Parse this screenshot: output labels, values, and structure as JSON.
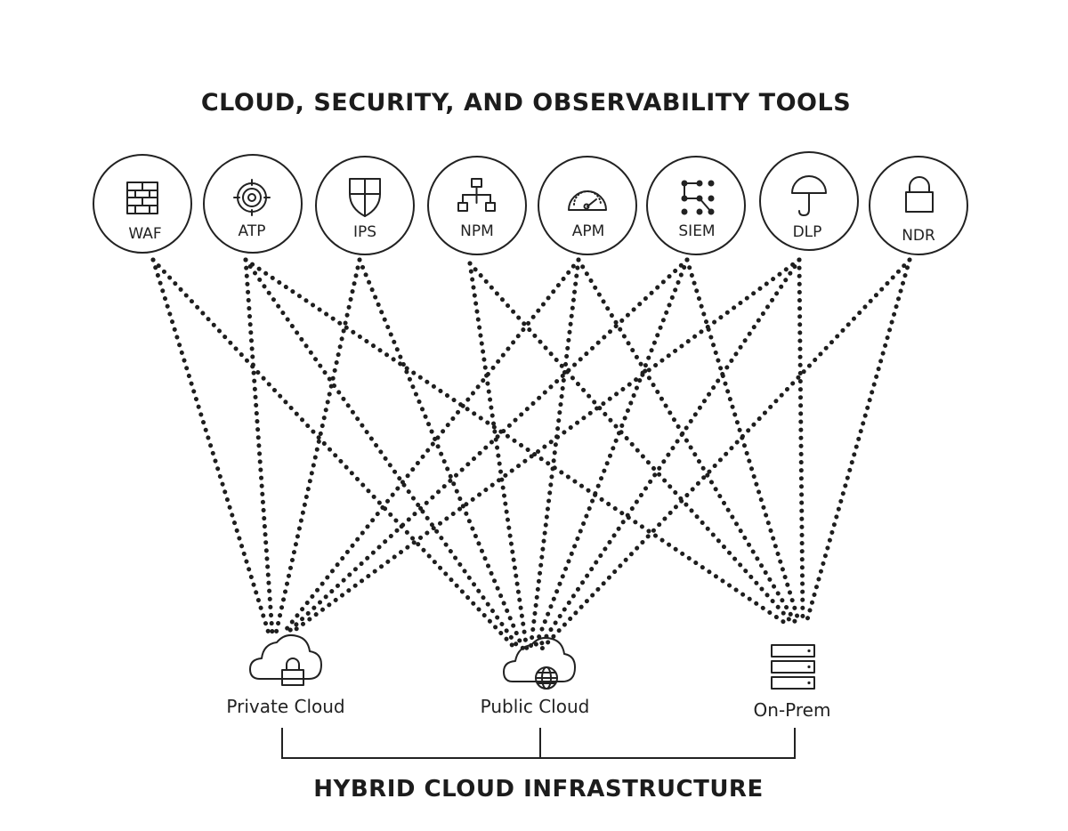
{
  "title": "CLOUD, SECURITY, AND OBSERVABILITY TOOLS",
  "tools": [
    {
      "id": "waf",
      "label": "WAF",
      "icon": "brick-wall-icon"
    },
    {
      "id": "atp",
      "label": "ATP",
      "icon": "target-icon"
    },
    {
      "id": "ips",
      "label": "IPS",
      "icon": "shield-icon"
    },
    {
      "id": "npm",
      "label": "NPM",
      "icon": "network-tree-icon"
    },
    {
      "id": "apm",
      "label": "APM",
      "icon": "gauge-icon"
    },
    {
      "id": "siem",
      "label": "SIEM",
      "icon": "node-graph-icon"
    },
    {
      "id": "dlp",
      "label": "DLP",
      "icon": "umbrella-icon"
    },
    {
      "id": "ndr",
      "label": "NDR",
      "icon": "padlock-icon"
    }
  ],
  "infrastructure": [
    {
      "id": "private",
      "label": "Private Cloud",
      "icon": "cloud-lock-icon"
    },
    {
      "id": "public",
      "label": "Public Cloud",
      "icon": "cloud-globe-icon"
    },
    {
      "id": "onprem",
      "label": "On-Prem",
      "icon": "server-stack-icon"
    }
  ],
  "connections": [
    [
      "waf",
      "private"
    ],
    [
      "waf",
      "public"
    ],
    [
      "atp",
      "private"
    ],
    [
      "atp",
      "public"
    ],
    [
      "atp",
      "onprem"
    ],
    [
      "ips",
      "private"
    ],
    [
      "ips",
      "public"
    ],
    [
      "npm",
      "public"
    ],
    [
      "npm",
      "onprem"
    ],
    [
      "apm",
      "private"
    ],
    [
      "apm",
      "public"
    ],
    [
      "apm",
      "onprem"
    ],
    [
      "siem",
      "private"
    ],
    [
      "siem",
      "public"
    ],
    [
      "siem",
      "onprem"
    ],
    [
      "dlp",
      "private"
    ],
    [
      "dlp",
      "public"
    ],
    [
      "dlp",
      "onprem"
    ],
    [
      "ndr",
      "onprem"
    ],
    [
      "ndr",
      "public"
    ]
  ],
  "footer": "HYBRID CLOUD INFRASTRUCTURE",
  "colors": {
    "ink": "#1e1e1e",
    "background": "#ffffff"
  }
}
